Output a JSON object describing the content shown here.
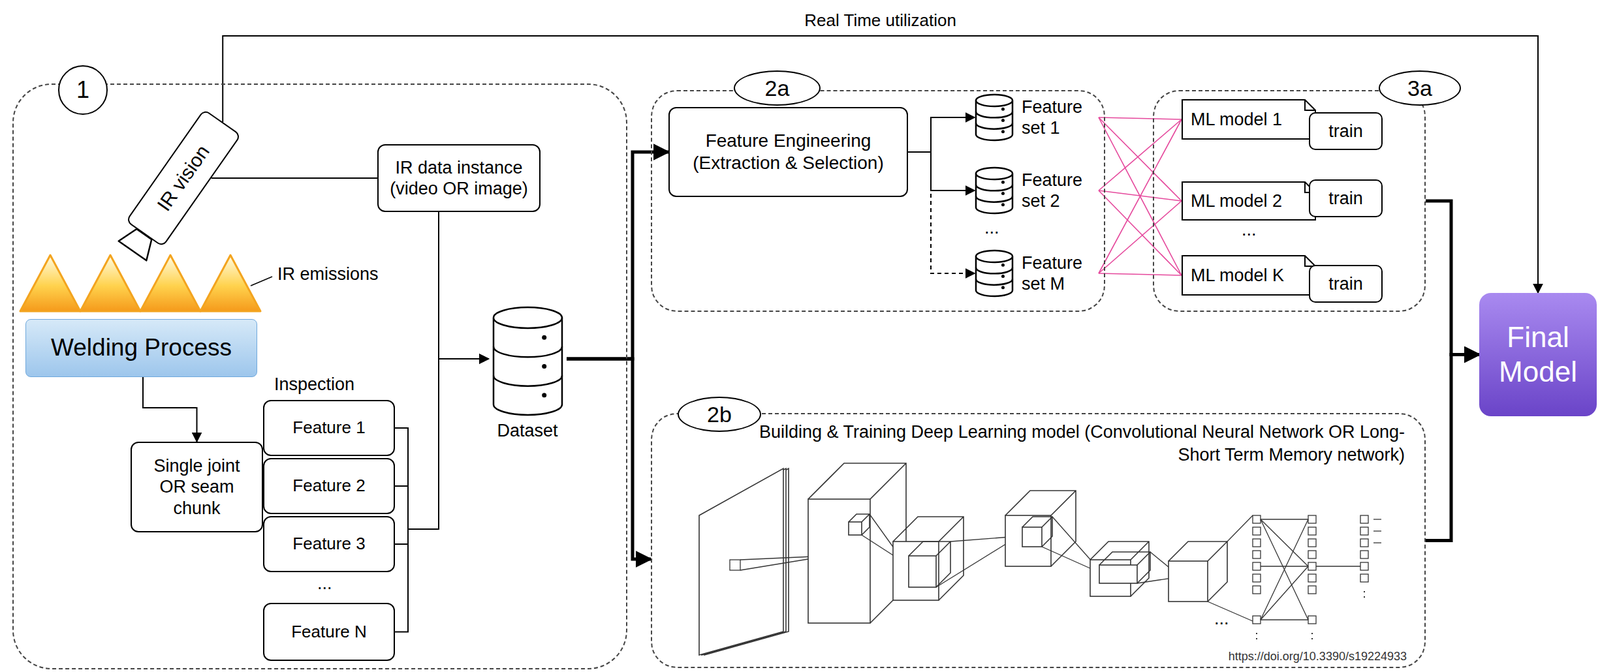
{
  "diagram": {
    "nodes": [
      {
        "text": [
          "1"
        ]
      },
      {
        "text": [
          "IR vision"
        ],
        "in": 0
      },
      {
        "text": [
          "IR data instance (video OR image)"
        ],
        "in": 0
      },
      {
        "text": [
          "Welding Process"
        ],
        "in": 0
      },
      {
        "text": [
          "Single joint OR seam chunk"
        ],
        "in": 0
      },
      {
        "text": [
          "Feature 1"
        ],
        "in": 0
      },
      {
        "text": [
          "Feature 2"
        ],
        "in": 0
      },
      {
        "text": [
          "Feature 3"
        ],
        "in": 0
      },
      {
        "text": [
          "Feature N"
        ],
        "in": 0
      },
      {
        "text": [
          "Dataset"
        ],
        "in": 0
      },
      {
        "text": [
          "2a"
        ]
      },
      {
        "text": [
          "Feature Engineering (Extraction & Selection)"
        ],
        "in": 10
      },
      {
        "text": [
          "Feature set 1"
        ],
        "in": 10
      },
      {
        "text": [
          "Feature set 2"
        ],
        "in": 10
      },
      {
        "text": [
          "Feature set M"
        ],
        "in": 10
      },
      {
        "text": [
          "3a"
        ]
      },
      {
        "text": [
          "ML model 1"
        ],
        "in": 15
      },
      {
        "text": [
          "train"
        ],
        "in": 15
      },
      {
        "text": [
          "ML model 2"
        ],
        "in": 15
      },
      {
        "text": [
          "train"
        ],
        "in": 15
      },
      {
        "text": [
          "ML model K"
        ],
        "in": 15
      },
      {
        "text": [
          "train"
        ],
        "in": 15
      },
      {
        "text": [
          "2b",
          "Building & Training Deep Learning model (Convolutional Neural Network OR Long-Short Term Memory network)"
        ]
      },
      {
        "text": [
          "Final Model"
        ]
      }
    ],
    "edges": [
      {
        "from": 1,
        "to": 2,
        "arrow": "none"
      },
      {
        "from": 3,
        "to": 4,
        "arrow": "to"
      },
      {
        "from": 5,
        "to": 9,
        "arrow": "to"
      },
      {
        "from": 6,
        "to": 9,
        "arrow": "to"
      },
      {
        "from": 7,
        "to": 9,
        "arrow": "to"
      },
      {
        "from": 8,
        "to": 9,
        "arrow": "to"
      },
      {
        "from": 2,
        "to": 9,
        "arrow": "to"
      },
      {
        "from": 9,
        "to": 11,
        "arrow": "to"
      },
      {
        "from": 9,
        "to": 22,
        "arrow": "to"
      },
      {
        "from": 11,
        "to": 12,
        "arrow": "to"
      },
      {
        "from": 11,
        "to": 13,
        "arrow": "to"
      },
      {
        "from": 11,
        "to": 14,
        "arrow": "to"
      },
      {
        "from": 12,
        "to": 16,
        "arrow": "none"
      },
      {
        "from": 12,
        "to": 18,
        "arrow": "none"
      },
      {
        "from": 12,
        "to": 20,
        "arrow": "none"
      },
      {
        "from": 13,
        "to": 16,
        "arrow": "none"
      },
      {
        "from": 13,
        "to": 18,
        "arrow": "none"
      },
      {
        "from": 13,
        "to": 20,
        "arrow": "none"
      },
      {
        "from": 14,
        "to": 16,
        "arrow": "none"
      },
      {
        "from": 14,
        "to": 18,
        "arrow": "none"
      },
      {
        "from": 14,
        "to": 20,
        "arrow": "none"
      },
      {
        "from": 15,
        "to": 23,
        "arrow": "to"
      },
      {
        "from": 22,
        "to": 23,
        "arrow": "to"
      },
      {
        "from": 1,
        "to": 23,
        "arrow": "to",
        "label": "Real Time utilization"
      }
    ],
    "labels": [
      "IR emissions",
      "Inspection",
      "...",
      "...",
      "...",
      "...",
      "https://doi.org/10.3390/s19224933"
    ]
  }
}
